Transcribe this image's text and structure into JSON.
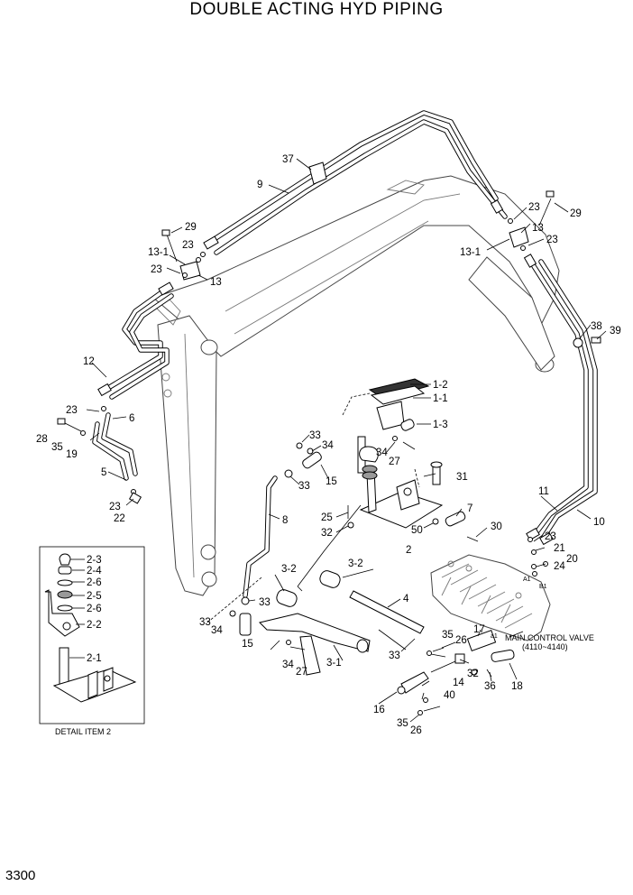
{
  "title": "DOUBLE ACTING HYD PIPING",
  "page_number": "3300",
  "detail_caption": "DETAIL ITEM 2",
  "main_control_valve": {
    "line1": "MAIN CONTROL VALVE",
    "line2": "(4110~4140)",
    "port_a1": "A1",
    "port_b1": "B1",
    "port_a1_small": "a1"
  },
  "callouts": {
    "c37": "37",
    "c9": "9",
    "c29a": "29",
    "c13_1a": "13-1",
    "c23a": "23",
    "c23b": "23",
    "c13a": "13",
    "c23c": "23",
    "c29b": "29",
    "c13_1b": "13-1",
    "c13b": "13",
    "c23d": "23",
    "c38": "38",
    "c39": "39",
    "c12": "12",
    "c1_2": "1-2",
    "c1_1": "1-1",
    "c1_3": "1-3",
    "c23e": "23",
    "c6": "6",
    "c28": "28",
    "c35a": "35",
    "c19": "19",
    "c5": "5",
    "c23f": "23",
    "c22": "22",
    "c33a": "33",
    "c34a": "34",
    "c34b": "34",
    "c27a": "27",
    "c15a": "15",
    "c33b": "33",
    "c31": "31",
    "c8": "8",
    "c25": "25",
    "c32a": "32",
    "c50": "50",
    "c7": "7",
    "c30": "30",
    "c2": "2",
    "c11": "11",
    "c10": "10",
    "c23g": "23",
    "c21": "21",
    "c20": "20",
    "c24": "24",
    "c3_2a": "3-2",
    "c3_2b": "3-2",
    "c4": "4",
    "c33c": "33",
    "c33d": "33",
    "c34c": "34",
    "c15b": "15",
    "c35b": "35",
    "c26a": "26",
    "c17": "17",
    "c33e": "33",
    "c32b": "32",
    "c34d": "34",
    "c27b": "27",
    "c3_1": "3-1",
    "c14": "14",
    "c36": "36",
    "c18": "18",
    "c40": "40",
    "c16": "16",
    "c35c": "35",
    "c26b": "26",
    "d2_3": "2-3",
    "d2_4": "2-4",
    "d2_6a": "2-6",
    "d2_5": "2-5",
    "d2_6b": "2-6",
    "d2_2": "2-2",
    "d2_1": "2-1"
  }
}
